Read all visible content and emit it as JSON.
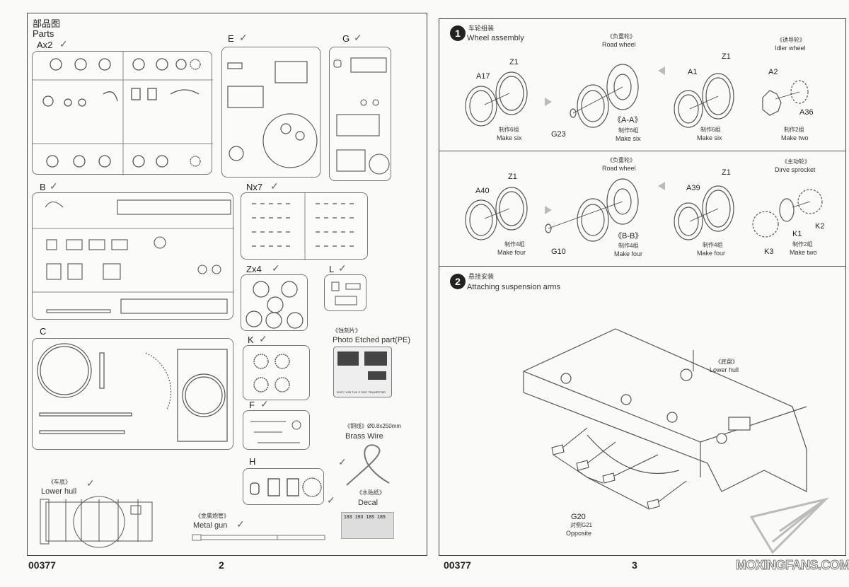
{
  "left_page": {
    "title_cn": "部品图",
    "title_en": "Parts",
    "page_number": "2",
    "catalog_number": "00377",
    "sprues": [
      {
        "label": "Ax2"
      },
      {
        "label": "E"
      },
      {
        "label": "G"
      },
      {
        "label": "B"
      },
      {
        "label": "Nx7"
      },
      {
        "label": "Zx4"
      },
      {
        "label": "L"
      },
      {
        "label": "C"
      },
      {
        "label": "K"
      },
      {
        "label": "F"
      },
      {
        "label": "H"
      }
    ],
    "photo_etched": {
      "cn": "《蚀刻片》",
      "en": "Photo Etched part(PE)",
      "code": "00377 1/35  T-62  © 2007 TRUMPETER"
    },
    "brass_wire": {
      "cn": "《铜线》Ø0.8x250mm",
      "en": "Brass Wire"
    },
    "decal": {
      "cn": "《水贴纸》",
      "en": "Decal",
      "numbers": [
        "193",
        "193",
        "185",
        "185"
      ]
    },
    "lower_hull": {
      "cn": "《车底》",
      "en": "Lower hull"
    },
    "metal_gun": {
      "cn": "《金属炮管》",
      "en": "Metal gun"
    }
  },
  "right_page": {
    "page_number": "3",
    "catalog_number": "00377",
    "step1": {
      "number": "1",
      "title_cn": "车轮组装",
      "title_en": "Wheel assembly",
      "row1": {
        "road_wheel_cn": "《负重轮》",
        "road_wheel_en": "Road  wheel",
        "idler_cn": "《诱导轮》",
        "idler_en": "Idler wheel",
        "parts": [
          "A17",
          "Z1",
          "G23",
          "A1",
          "Z1",
          "A2",
          "A36"
        ],
        "section": "《A-A》",
        "make": [
          {
            "cn": "制作6组",
            "en": "Make six"
          },
          {
            "cn": "制作6组",
            "en": "Make six"
          },
          {
            "cn": "制作6组",
            "en": "Make six"
          },
          {
            "cn": "制作2组",
            "en": "Make two"
          }
        ]
      },
      "row2": {
        "road_wheel_cn": "《负重轮》",
        "road_wheel_en": "Road  wheel",
        "sprocket_cn": "《主动轮》",
        "sprocket_en": "Dirve sprocket",
        "parts": [
          "A40",
          "Z1",
          "G10",
          "A39",
          "Z1",
          "K1",
          "K2",
          "K3"
        ],
        "section": "《B-B》",
        "make": [
          {
            "cn": "制作4组",
            "en": "Make four"
          },
          {
            "cn": "制作4组",
            "en": "Make four"
          },
          {
            "cn": "制作4组",
            "en": "Make four"
          },
          {
            "cn": "制作2组",
            "en": "Make two"
          }
        ]
      }
    },
    "step2": {
      "number": "2",
      "title_cn": "悬挂安装",
      "title_en": "Attaching suspension arms",
      "lower_hull_cn": "《底盘》",
      "lower_hull_en": "Lower hull",
      "part": "G20",
      "opposite_cn": "对侧G21",
      "opposite_en": "Opposite"
    }
  },
  "watermark": "MOXINGFANS.COM"
}
